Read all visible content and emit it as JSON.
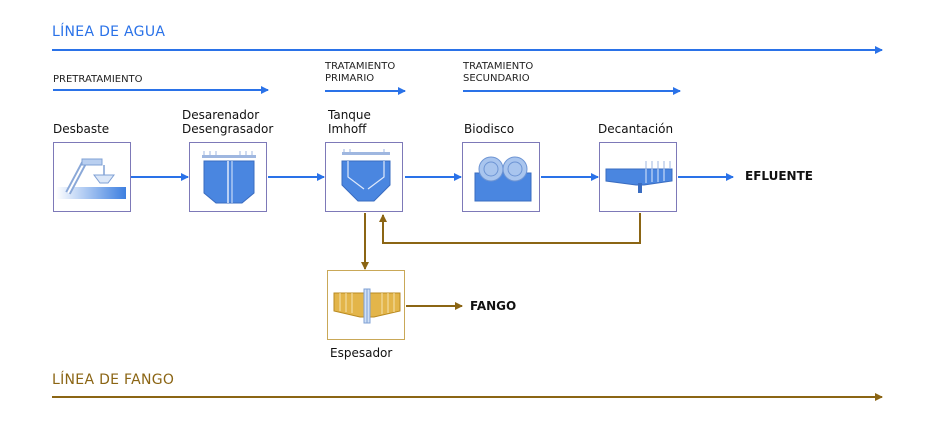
{
  "water_line": {
    "title": "LÍNEA DE AGUA",
    "color": "#2a72e8"
  },
  "sludge_line": {
    "title": "LÍNEA DE FANGO",
    "color": "#8b6514"
  },
  "stages": {
    "pretreatment": "PRETRATAMIENTO",
    "primary_1": "TRATAMIENTO",
    "primary_2": "PRIMARIO",
    "secondary_1": "TRATAMIENTO",
    "secondary_2": "SECUNDARIO"
  },
  "units": {
    "desbaste": "Desbaste",
    "desarenador_1": "Desarenador",
    "desarenador_2": "Desengrasador",
    "imhoff_1": "Tanque",
    "imhoff_2": "Imhoff",
    "biodisco": "Biodisco",
    "decantacion": "Decantación",
    "espesador": "Espesador"
  },
  "outputs": {
    "effluent": "EFLUENTE",
    "sludge": "FANGO"
  },
  "icons": {
    "desbaste": "screen-conveyor-icon",
    "desarenador": "grit-tank-icon",
    "imhoff": "imhoff-tank-icon",
    "biodisco": "biodisc-icon",
    "decantacion": "clarifier-icon",
    "espesador": "thickener-icon"
  },
  "colors": {
    "box_border_water": "#7d79b8",
    "box_border_sludge": "#c9a858",
    "water_fill": "#4a86e0"
  }
}
